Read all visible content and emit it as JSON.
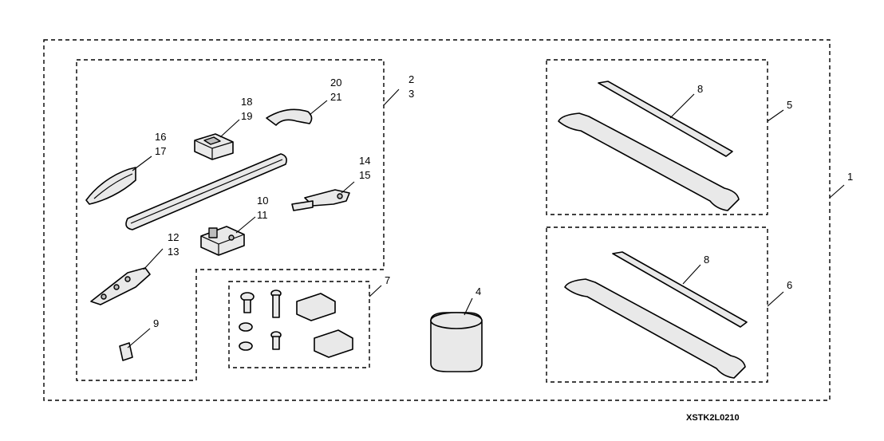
{
  "callouts": {
    "c1": "1",
    "c2": "2",
    "c3": "3",
    "c4": "4",
    "c5": "5",
    "c6": "6",
    "c7": "7",
    "c8a": "8",
    "c8b": "8",
    "c9": "9",
    "c10": "10",
    "c11": "11",
    "c12": "12",
    "c13": "13",
    "c14": "14",
    "c15": "15",
    "c16": "16",
    "c17": "17",
    "c18": "18",
    "c19": "19",
    "c20": "20",
    "c21": "21"
  },
  "diagram_code": "XSTK2L0210"
}
